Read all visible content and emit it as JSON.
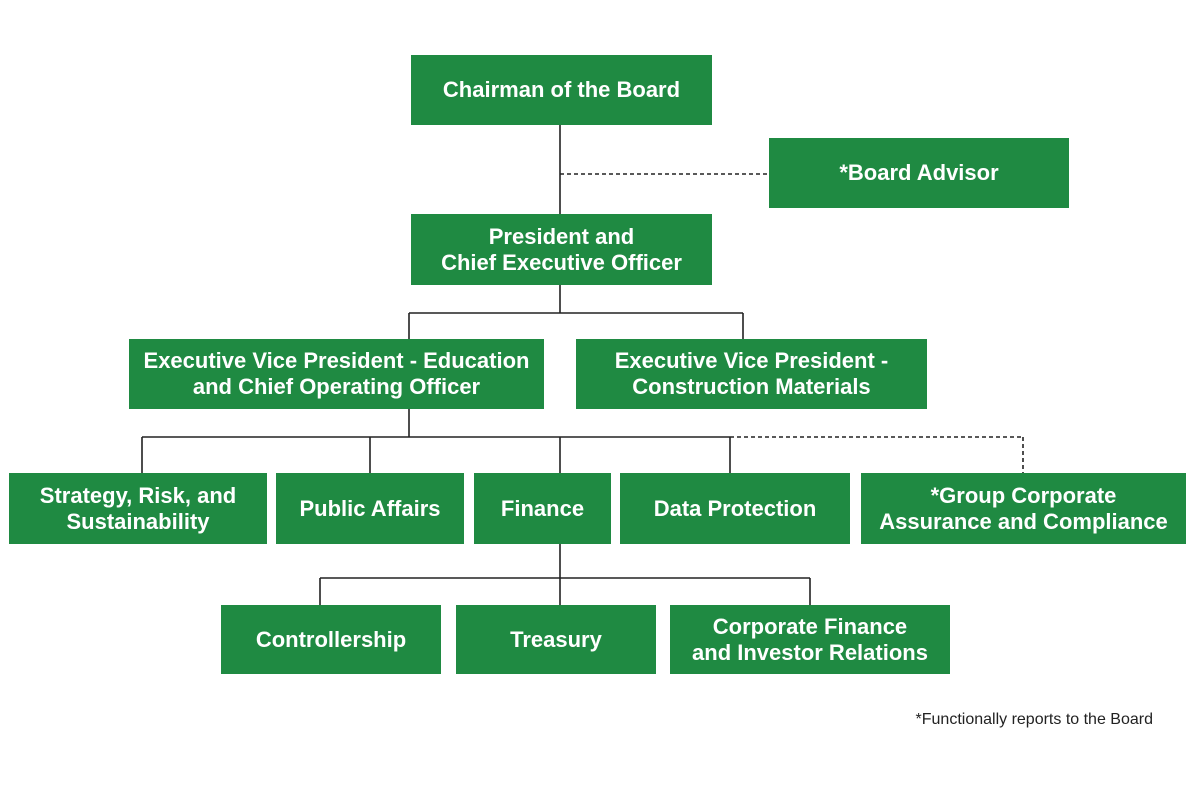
{
  "colors": {
    "box_fill": "#1f8a42",
    "box_text": "#ffffff",
    "connector": "#222222"
  },
  "nodes": {
    "chairman": "Chairman of the Board",
    "board_advisor": "*Board Advisor",
    "president": "President and\nChief Executive Officer",
    "evp_education": "Executive Vice President - Education\nand Chief Operating Officer",
    "evp_construction": "Executive Vice President -\nConstruction Materials",
    "strategy": "Strategy, Risk, and\nSustainability",
    "public_affairs": "Public Affairs",
    "finance": "Finance",
    "data_protection": "Data Protection",
    "group_assurance": "*Group Corporate\nAssurance and Compliance",
    "controllership": "Controllership",
    "treasury": "Treasury",
    "corporate_finance": "Corporate Finance\nand Investor Relations"
  },
  "footnote": "*Functionally reports to the Board"
}
